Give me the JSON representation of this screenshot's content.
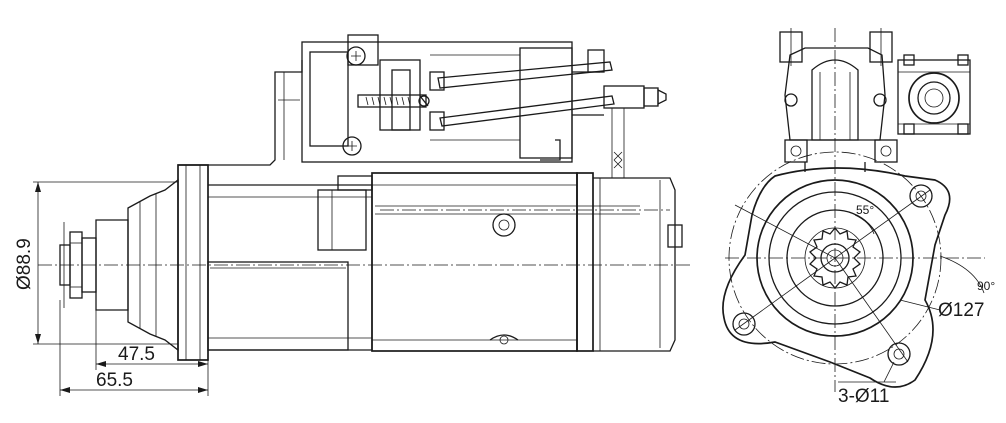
{
  "drawing": {
    "dimensions": {
      "housing_diameter": "Ø88.9",
      "pinion_offset_a": "47.5",
      "pinion_offset_b": "65.5",
      "flange_diameter": "Ø127",
      "mounting_holes": "3-Ø11",
      "angle_55": "55°",
      "angle_90": "90°"
    }
  }
}
